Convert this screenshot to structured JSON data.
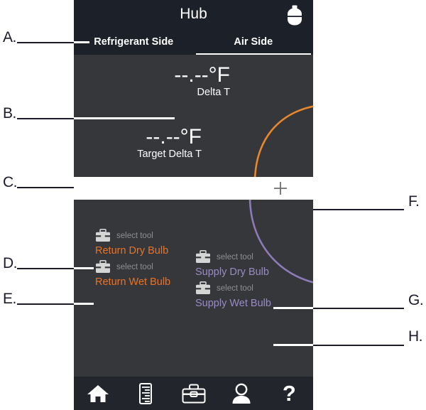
{
  "app": {
    "header": {
      "title": "Hub",
      "tank_icon": "refrigerant-tank-icon"
    },
    "tabs": [
      {
        "label": "Refrigerant Side",
        "active": false
      },
      {
        "label": "Air Side",
        "active": true
      }
    ],
    "readings": [
      {
        "id": "delta-t",
        "value": "--.--°F",
        "label": "Delta T"
      },
      {
        "id": "target-delta-t",
        "value": "--.--°F",
        "label": "Target Delta T"
      }
    ],
    "add_bar": {
      "icon": "plus-icon"
    },
    "tools": [
      {
        "id": "return-dry-bulb",
        "hint": "select tool",
        "name": "Return Dry Bulb",
        "color": "#e8742a"
      },
      {
        "id": "return-wet-bulb",
        "hint": "select tool",
        "name": "Return Wet Bulb",
        "color": "#e8742a"
      },
      {
        "id": "supply-dry-bulb",
        "hint": "select tool",
        "name": "Supply Dry Bulb",
        "color": "#9b8bc4"
      },
      {
        "id": "supply-wet-bulb",
        "hint": "select tool",
        "name": "Supply Wet Bulb",
        "color": "#9b8bc4"
      }
    ],
    "nav": [
      {
        "id": "home",
        "icon": "home-icon"
      },
      {
        "id": "measurements",
        "icon": "ruler-icon"
      },
      {
        "id": "tools",
        "icon": "toolbox-icon"
      },
      {
        "id": "profile",
        "icon": "person-icon"
      },
      {
        "id": "help",
        "icon": "question-mark-icon",
        "glyph": "?"
      }
    ],
    "colors": {
      "header_bg": "#1c2028",
      "body_bg": "#35373b",
      "nav_bg": "#22252c",
      "orange": "#e8742a",
      "purple": "#9b8bc4",
      "arc_orange": "#e8872b",
      "arc_purple": "#8c7bb8"
    }
  },
  "annotations": [
    {
      "letter": "A."
    },
    {
      "letter": "B."
    },
    {
      "letter": "C."
    },
    {
      "letter": "D."
    },
    {
      "letter": "E."
    },
    {
      "letter": "F."
    },
    {
      "letter": "G."
    },
    {
      "letter": "H."
    }
  ]
}
